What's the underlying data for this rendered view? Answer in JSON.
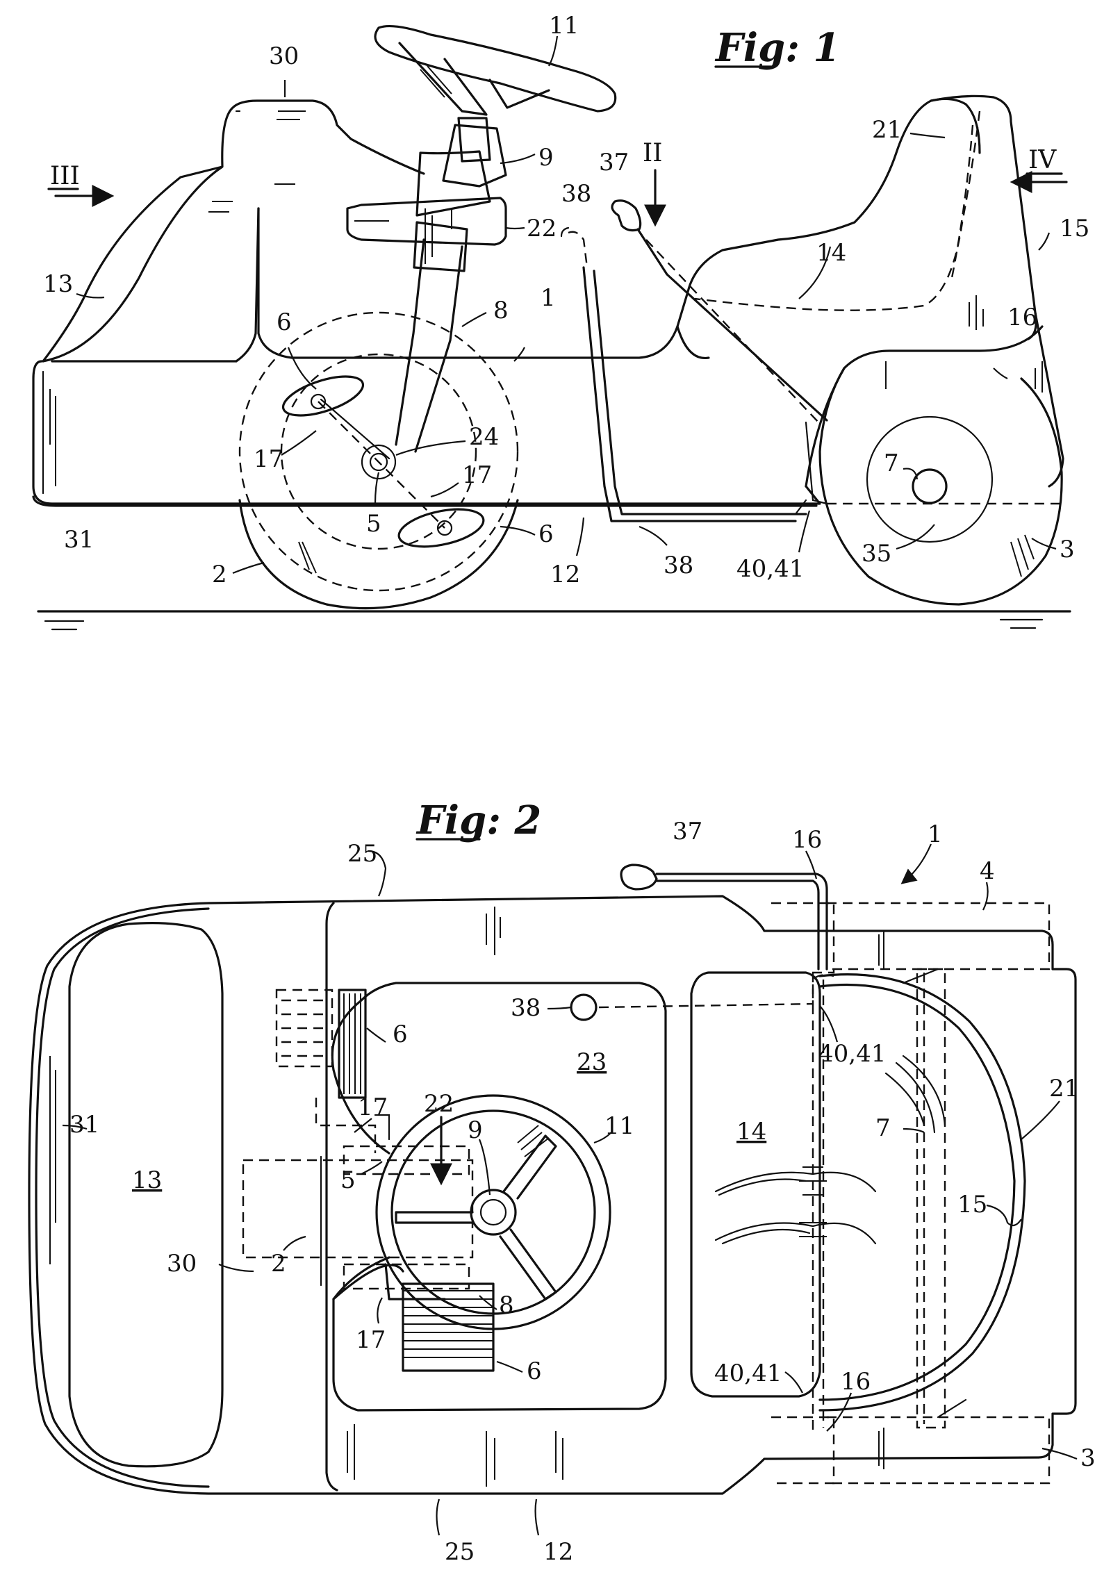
{
  "figures": [
    {
      "title": "Fig: 1",
      "view_markers": [
        "III",
        "II",
        "IV"
      ],
      "labels": [
        "30",
        "11",
        "9",
        "22",
        "21",
        "37",
        "38",
        "14",
        "15",
        "13",
        "8",
        "1",
        "16",
        "6",
        "24",
        "17",
        "17",
        "5",
        "6",
        "31",
        "2",
        "12",
        "38",
        "40,41",
        "7",
        "35",
        "3"
      ]
    },
    {
      "title": "Fig: 2",
      "labels": [
        "37",
        "16",
        "1",
        "25",
        "4",
        "38",
        "23",
        "40,41",
        "6",
        "17",
        "22",
        "9",
        "11",
        "14",
        "7",
        "21",
        "31",
        "13",
        "5",
        "15",
        "30",
        "2",
        "8",
        "17",
        "40,41",
        "16",
        "6",
        "3",
        "25",
        "12"
      ]
    }
  ]
}
